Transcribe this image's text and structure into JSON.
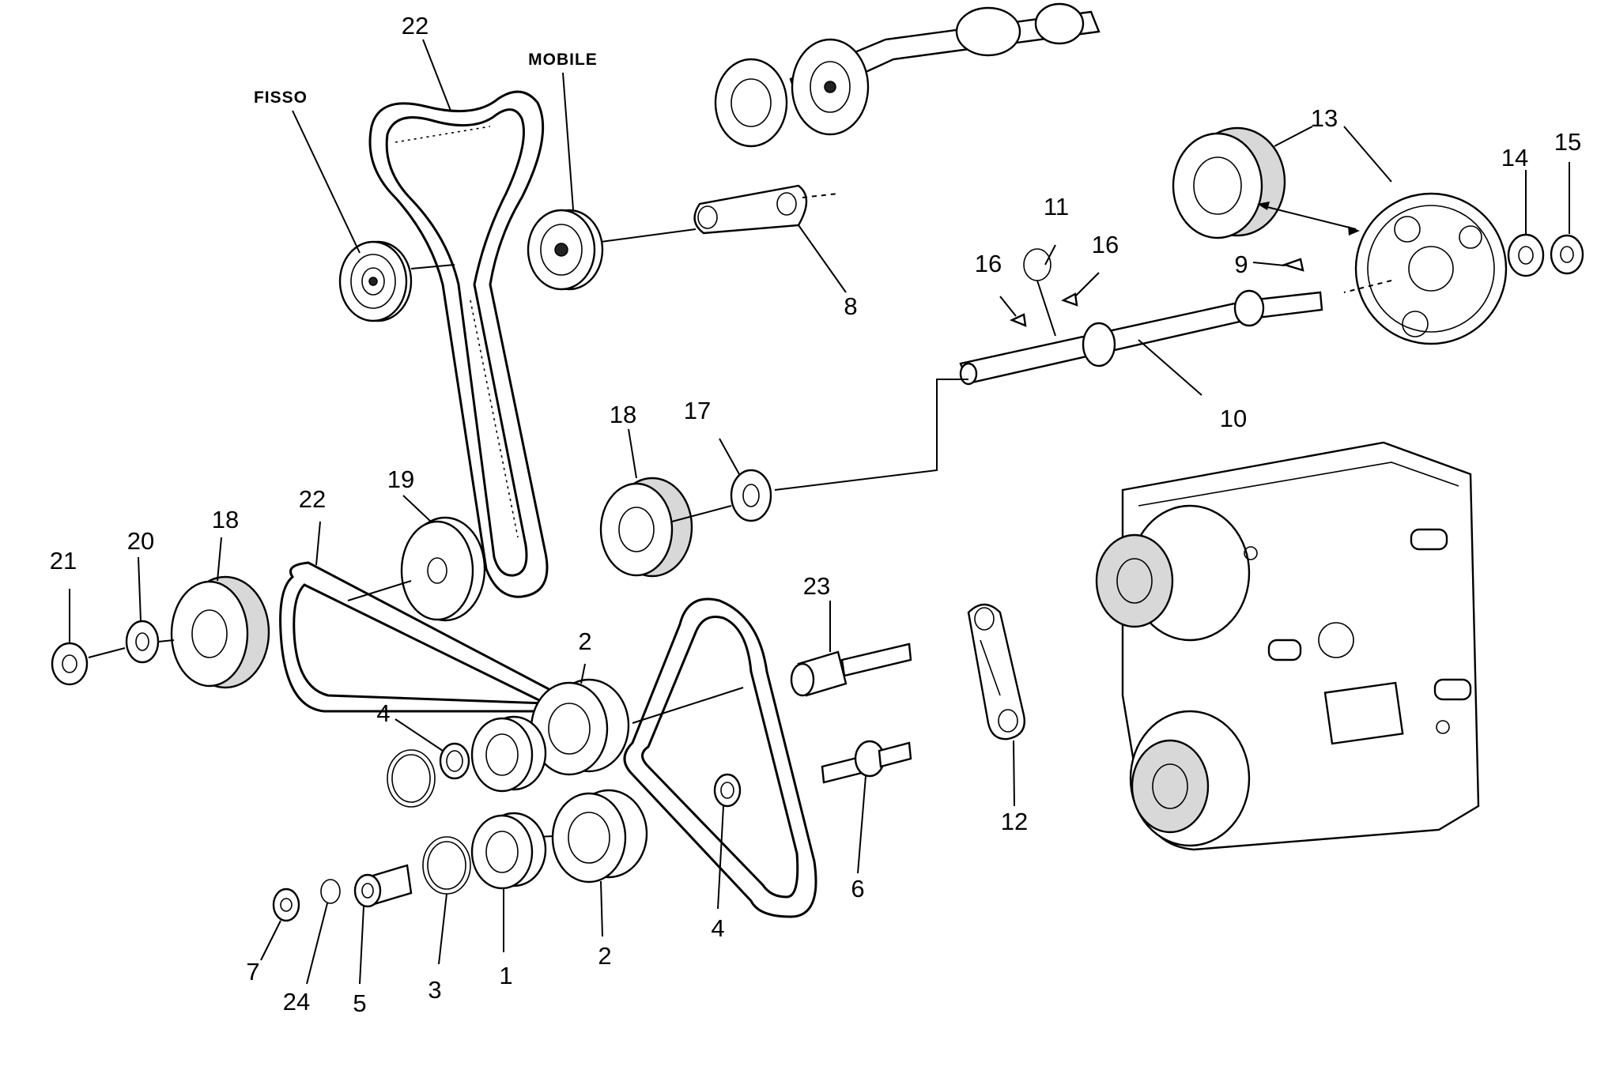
{
  "labels": {
    "fisso": "FISSO",
    "mobile": "MOBILE",
    "n1": "1",
    "n2a": "2",
    "n2b": "2",
    "n3": "3",
    "n4a": "4",
    "n4b": "4",
    "n5": "5",
    "n6": "6",
    "n7": "7",
    "n8": "8",
    "n9": "9",
    "n10": "10",
    "n11": "11",
    "n12": "12",
    "n13": "13",
    "n14": "14",
    "n15": "15",
    "n16a": "16",
    "n16b": "16",
    "n17": "17",
    "n18a": "18",
    "n18b": "18",
    "n19": "19",
    "n20": "20",
    "n21": "21",
    "n22a": "22",
    "n22b": "22",
    "n23": "23",
    "n24": "24"
  }
}
